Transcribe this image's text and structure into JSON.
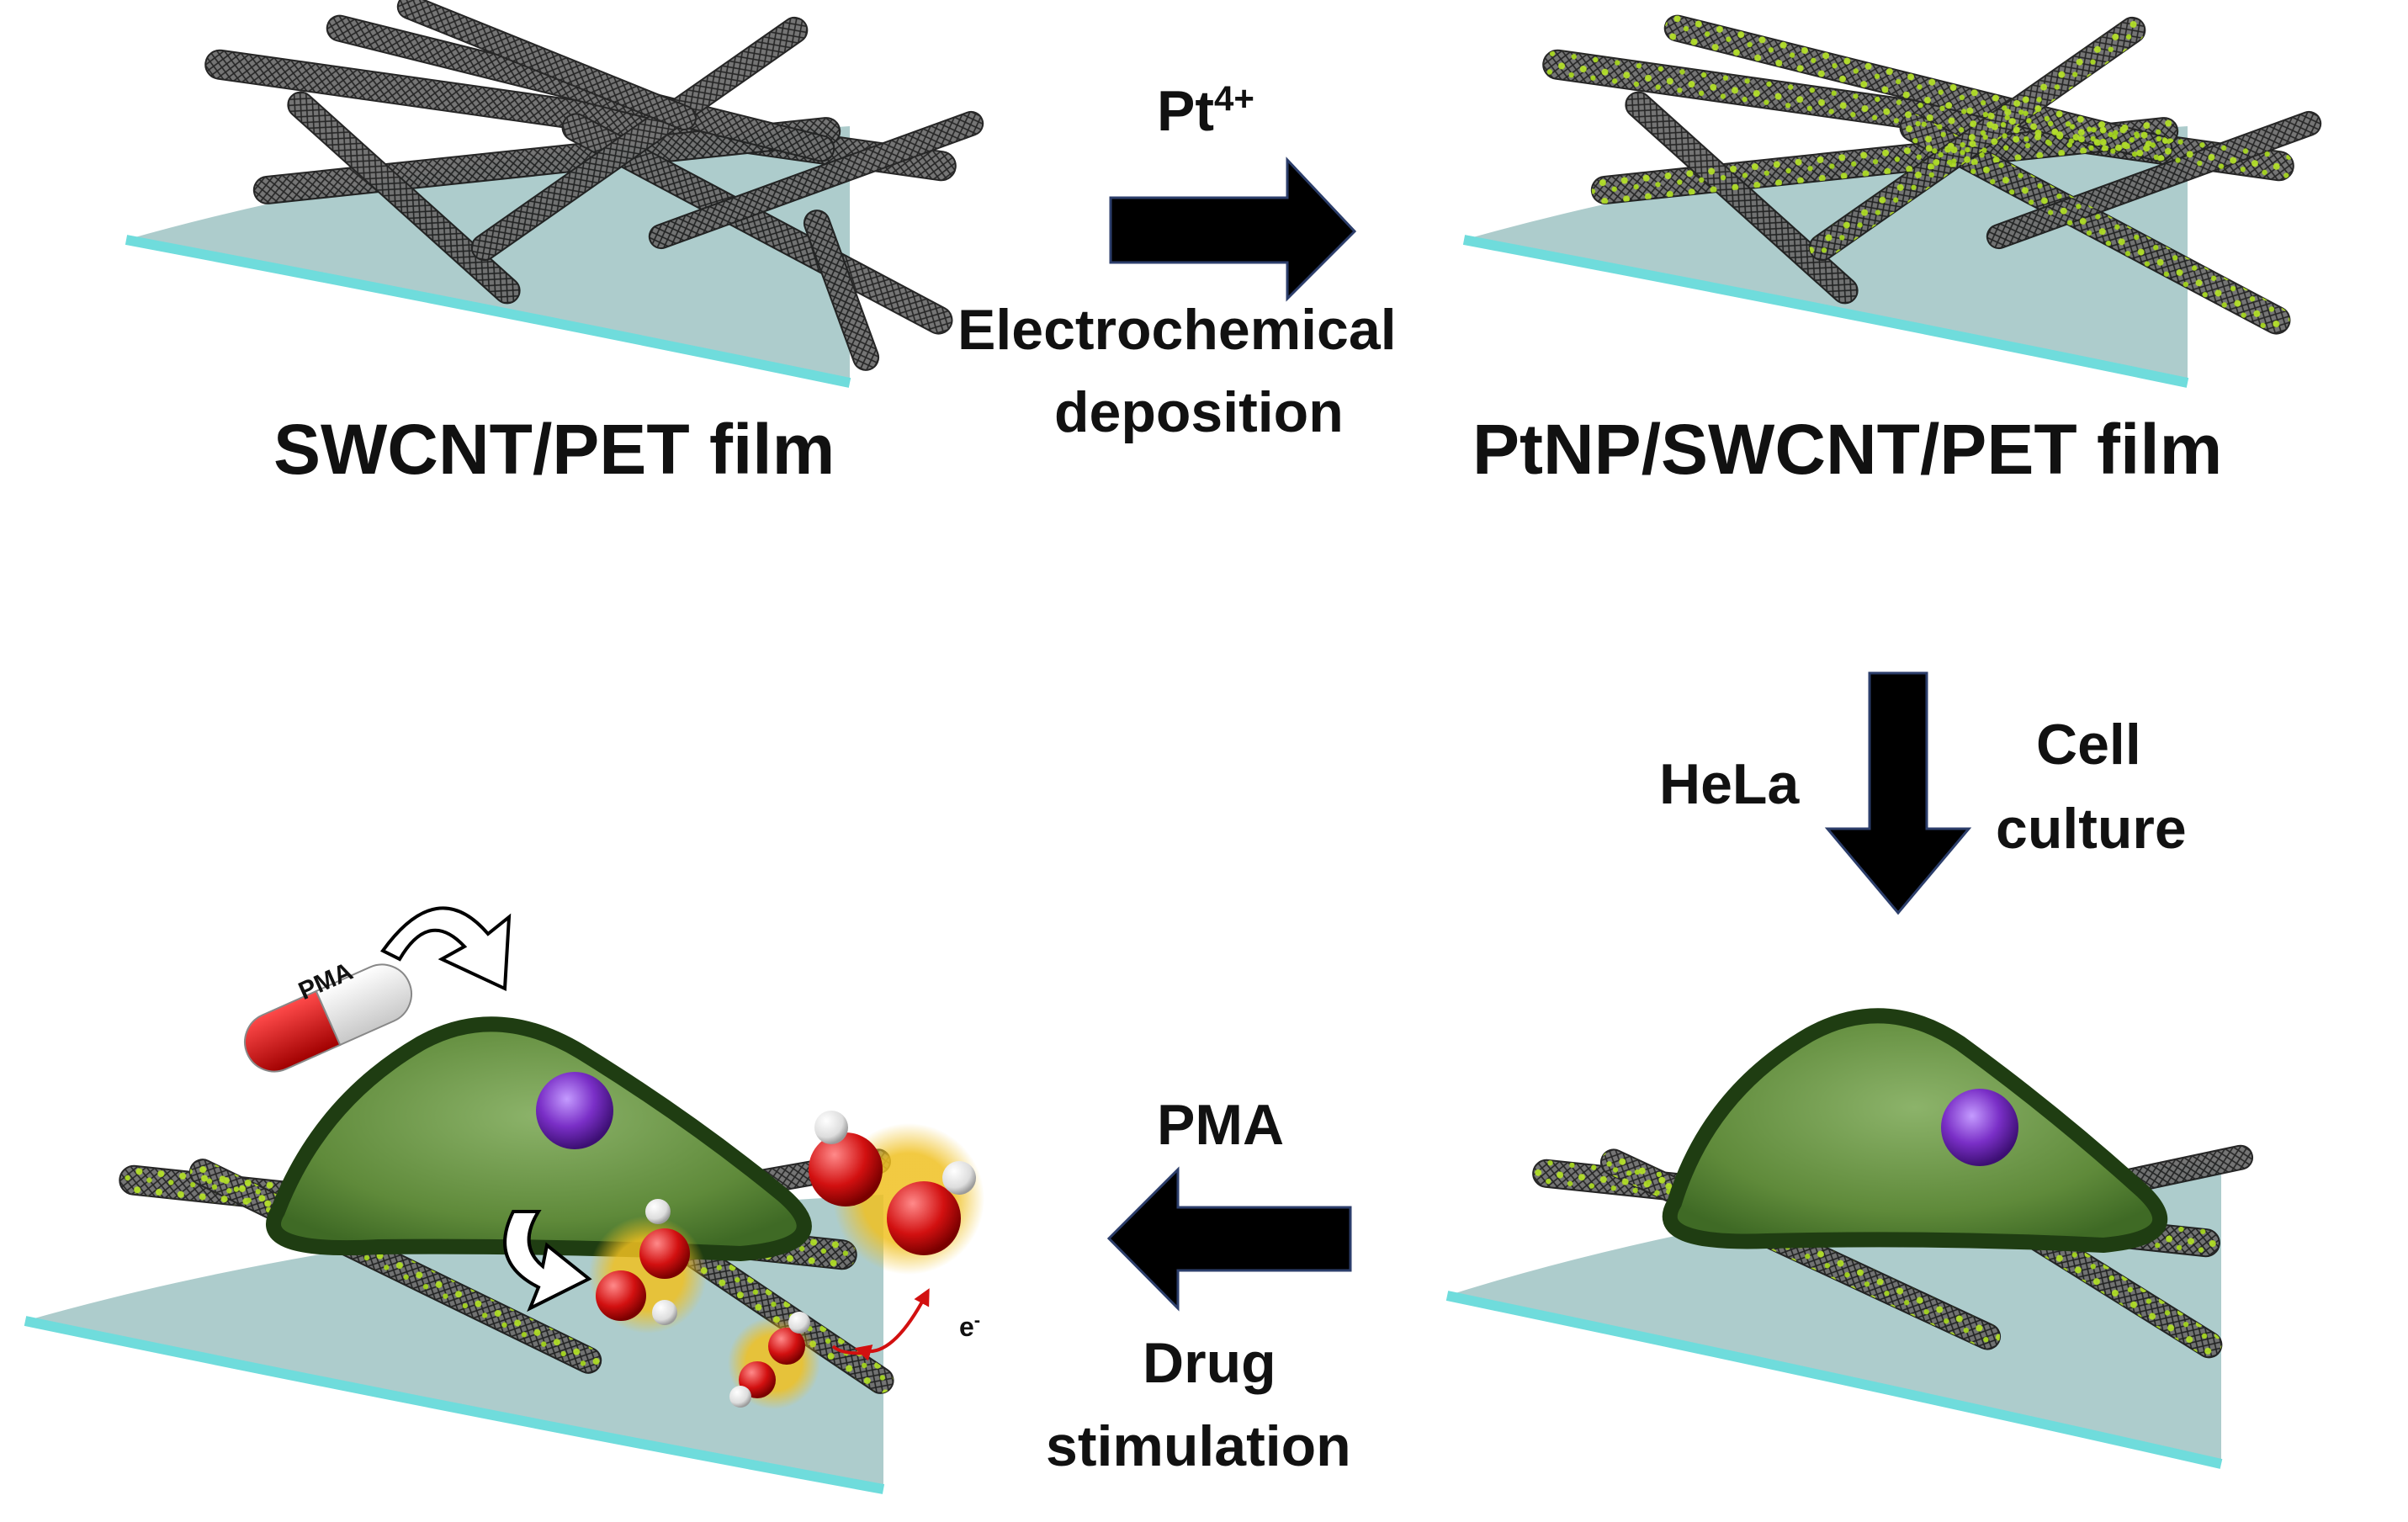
{
  "labels": {
    "swcnt_film": "SWCNT/PET film",
    "ptnp_film": "PtNP/SWCNT/PET film",
    "pt_ion": "Pt",
    "pt_charge": "4+",
    "electrochem_line1": "Electrochemical",
    "electrochem_line2": "deposition",
    "hela": "HeLa",
    "cell_line1": "Cell",
    "cell_line2": "culture",
    "pma": "PMA",
    "drug_line1": "Drug",
    "drug_line2": "stimulation",
    "capsule": "PMA",
    "electron": "e",
    "electron_charge": "-"
  },
  "colors": {
    "substrate": "#9fc3c3",
    "substrate_edge": "#6fdcdc",
    "nanotube": "#2b2b2b",
    "pt_particle": "#b5e61d",
    "cell_body": "#5f8a3a",
    "cell_edge": "#1f3d12",
    "nucleus": "#7a2fc7",
    "oxygen": "#d21010",
    "hydrogen": "#eeeeee",
    "glow": "#f0c020",
    "arrow": "#000000",
    "capsule_red": "#d40000"
  }
}
